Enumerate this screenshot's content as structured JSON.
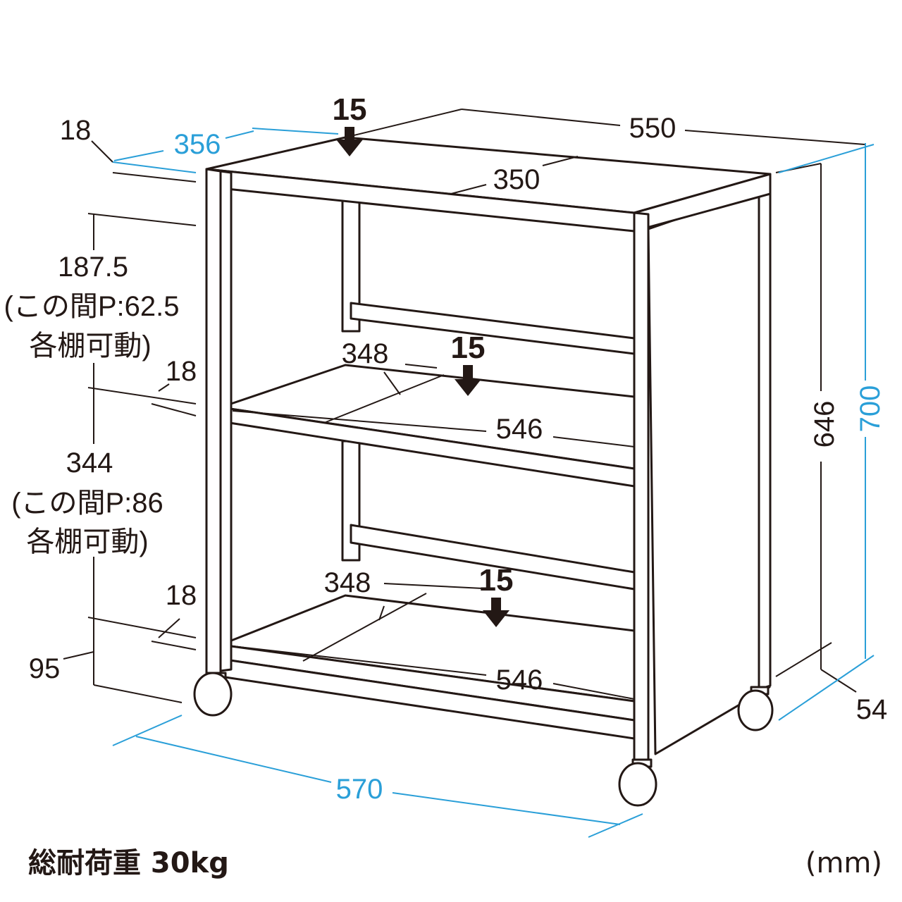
{
  "colors": {
    "ink": "#231815",
    "accent_blue": "#2a9fd8",
    "background": "#ffffff"
  },
  "dimensions": {
    "top_thickness": "18",
    "depth_outer": "356",
    "width_outer": "550",
    "top_depth_inner": "350",
    "upper_gap": "187.5",
    "upper_gap_note_line1": "(この間P:62.5",
    "upper_gap_note_line2": "各棚可動)",
    "shelf1_thickness": "18",
    "shelf1_depth": "348",
    "shelf1_width": "546",
    "lower_gap": "344",
    "lower_gap_note_line1": "(この間P:86",
    "lower_gap_note_line2": "各棚可動)",
    "shelf2_thickness": "18",
    "shelf2_depth": "348",
    "shelf2_width": "546",
    "bottom_clearance": "95",
    "body_height": "646",
    "total_height": "700",
    "caster_height": "54",
    "total_width": "570"
  },
  "load_markers": [
    "15",
    "15",
    "15"
  ],
  "footer": {
    "load_capacity": "総耐荷重 30kg",
    "unit": "(mm)"
  }
}
